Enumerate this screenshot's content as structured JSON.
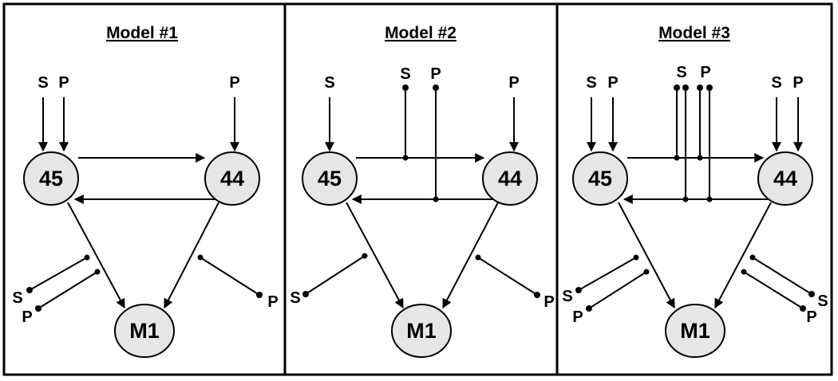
{
  "models": [
    {
      "title": "Model #1",
      "nodes": {
        "a": "45",
        "b": "44",
        "m": "M1"
      },
      "inputs": {
        "top_a": [
          "S",
          "P"
        ],
        "top_b": [
          "P"
        ],
        "bottom_left": [
          "S",
          "P"
        ],
        "bottom_right": [
          "P"
        ]
      }
    },
    {
      "title": "Model #2",
      "nodes": {
        "a": "45",
        "b": "44",
        "m": "M1"
      },
      "inputs": {
        "top_a": [
          "S"
        ],
        "middle": [
          "S",
          "P"
        ],
        "top_b": [
          "P"
        ],
        "bottom_left": [
          "S"
        ],
        "bottom_right": [
          "P"
        ]
      }
    },
    {
      "title": "Model #3",
      "nodes": {
        "a": "45",
        "b": "44",
        "m": "M1"
      },
      "inputs": {
        "top_a": [
          "S",
          "P"
        ],
        "middle": [
          "S",
          "P"
        ],
        "top_b": [
          "S",
          "P"
        ],
        "bottom_left": [
          "S",
          "P"
        ],
        "bottom_right": [
          "S",
          "P"
        ]
      }
    }
  ]
}
